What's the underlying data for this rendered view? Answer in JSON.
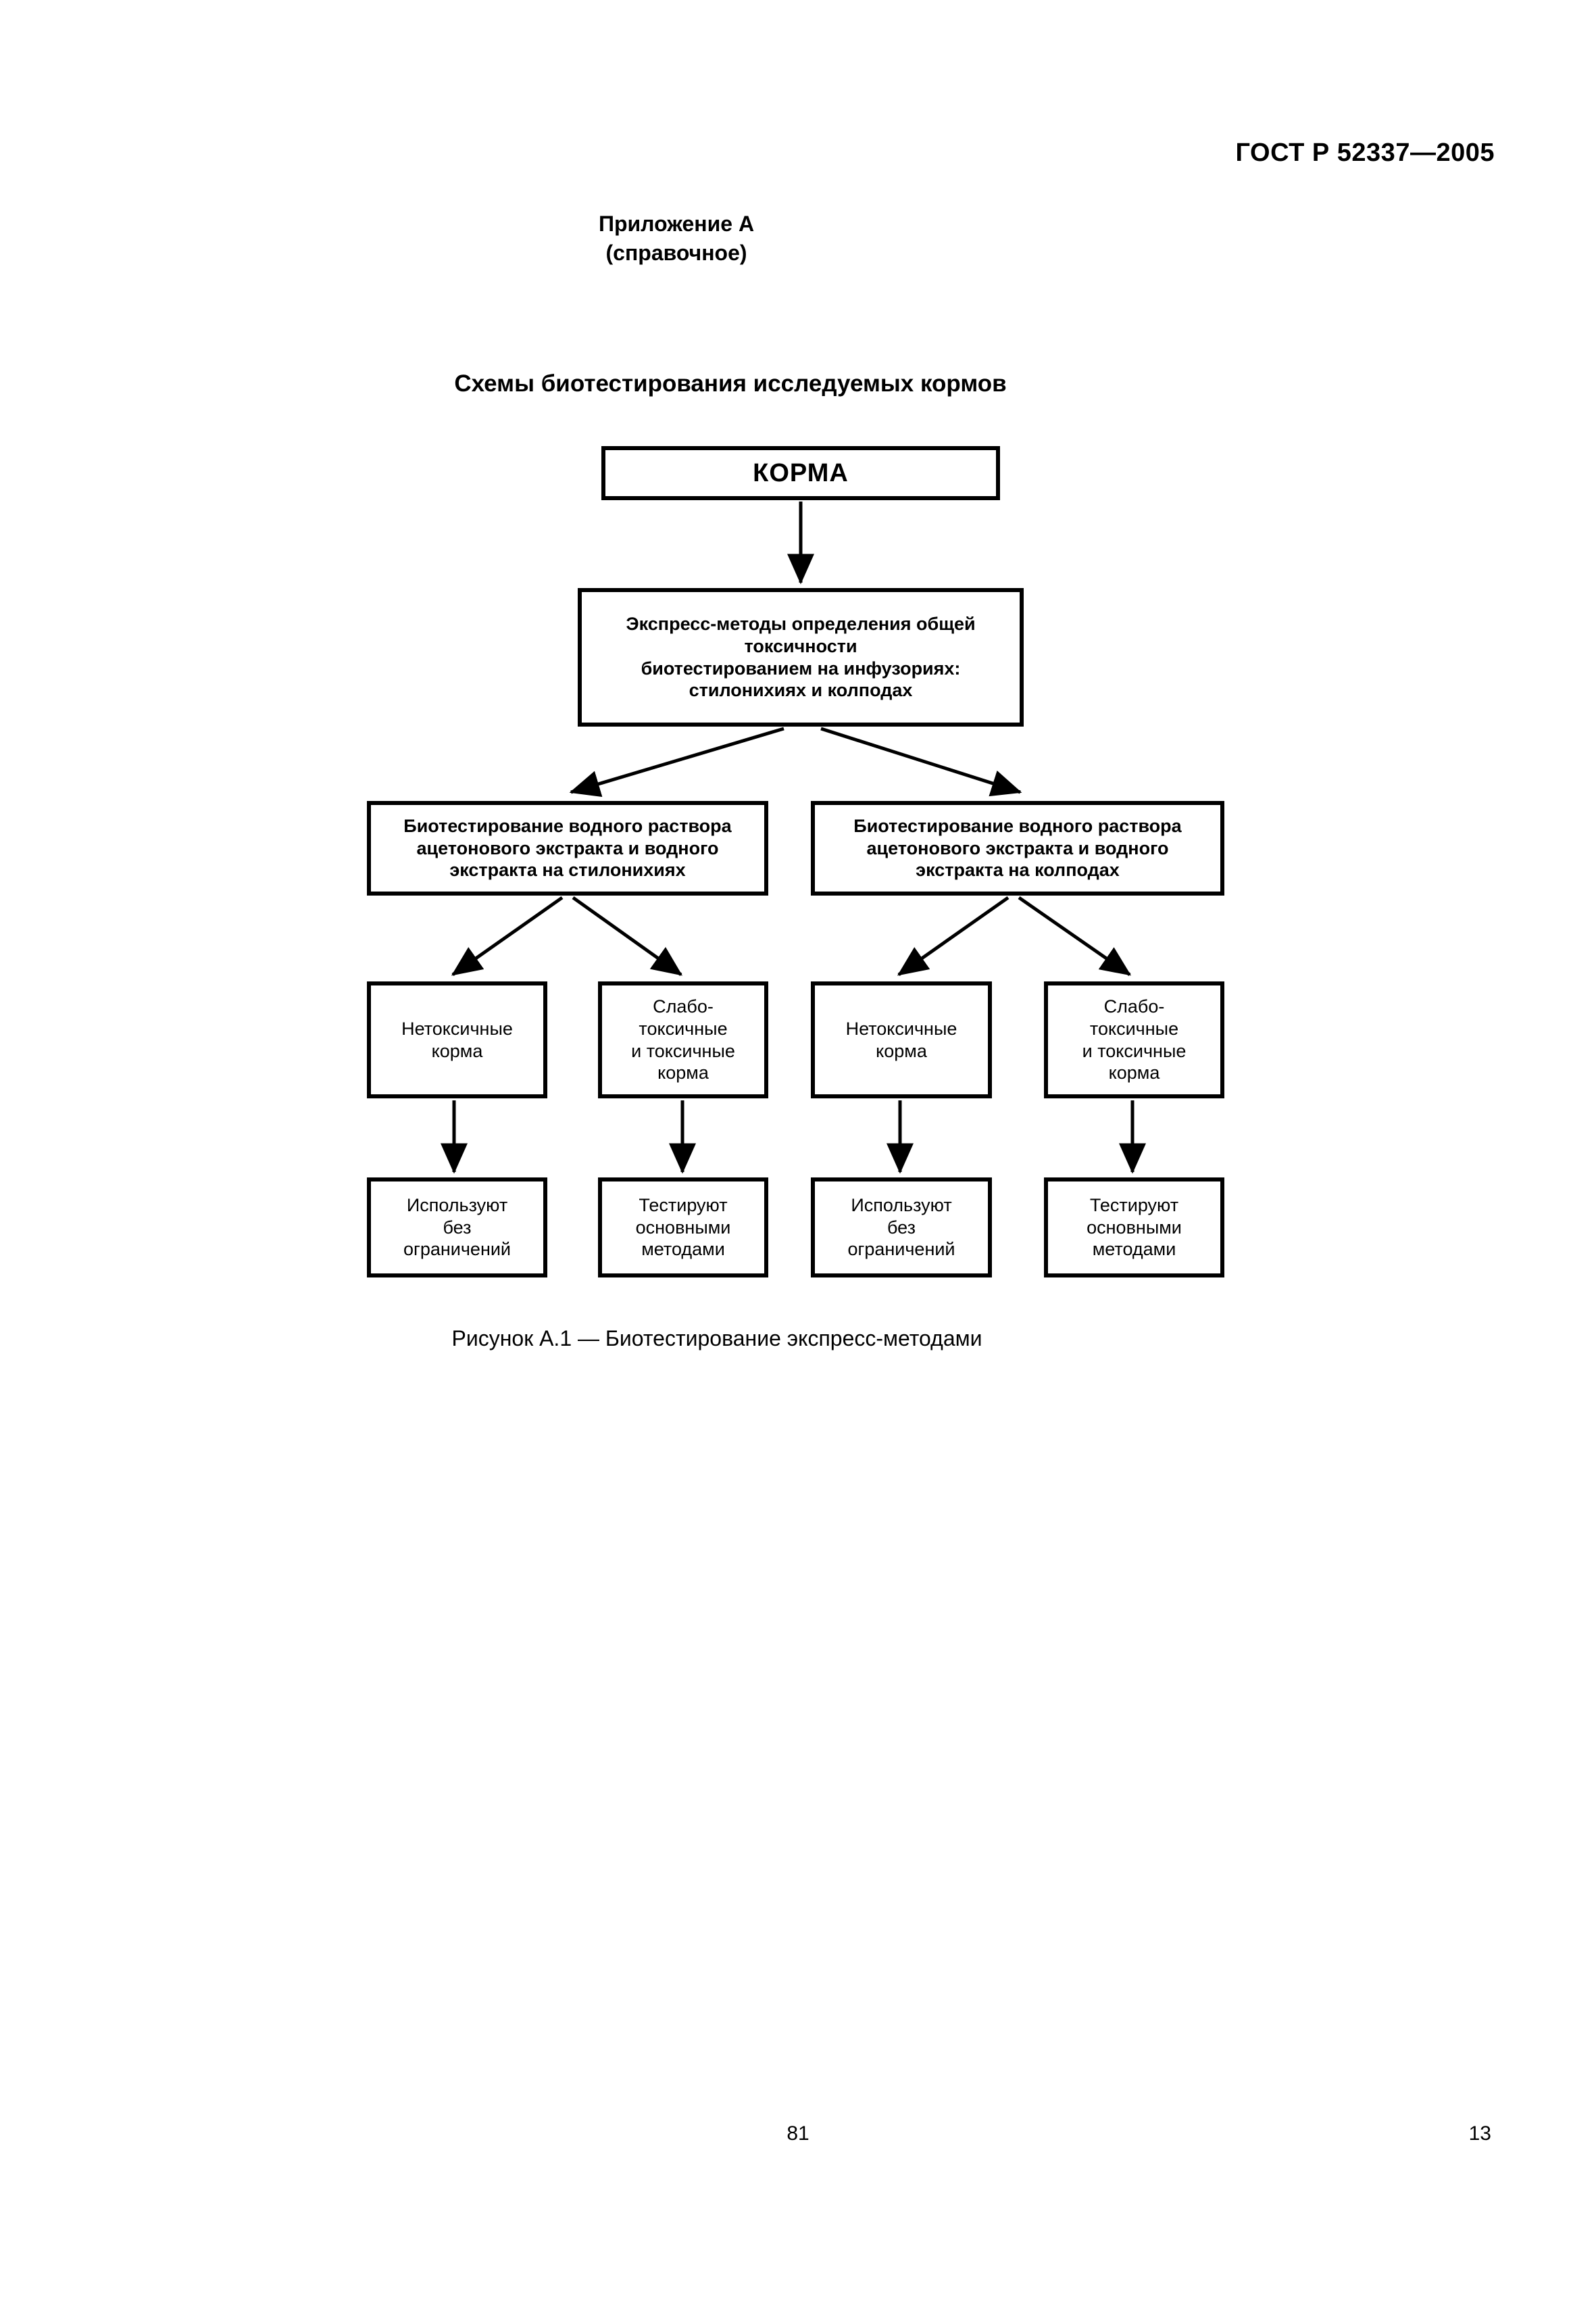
{
  "header": {
    "standard_number": "ГОСТ Р 52337—2005"
  },
  "annex": {
    "title": "Приложение А",
    "subtitle": "(справочное)"
  },
  "section": {
    "title": "Схемы биотестирования исследуемых кормов"
  },
  "figure": {
    "caption": "Рисунок А.1 — Биотестирование экспресс-методами"
  },
  "footer": {
    "page_center": "81",
    "page_right": "13"
  },
  "chart_data": {
    "type": "diagram",
    "title": "Схемы биотестирования исследуемых кормов",
    "caption": "Рисунок А.1 — Биотестирование экспресс-методами",
    "orientation": "top-down",
    "nodes": [
      {
        "id": "root",
        "level": 1,
        "lines": [
          "КОРМА"
        ]
      },
      {
        "id": "express",
        "level": 2,
        "lines": [
          "Экспресс-методы определения общей",
          "токсичности",
          "биотестированием на инфузориях:",
          "стилонихиях и колподах"
        ]
      },
      {
        "id": "l3-left",
        "level": 3,
        "lines": [
          "Биотестирование водного раствора",
          "ацетонового экстракта и водного",
          "экстракта на стилонихиях"
        ]
      },
      {
        "id": "l3-right",
        "level": 3,
        "lines": [
          "Биотестирование водного раствора",
          "ацетонового экстракта и водного",
          "экстракта на колподах"
        ]
      },
      {
        "id": "l4-a",
        "level": 4,
        "lines": [
          "Нетоксичные",
          "корма"
        ]
      },
      {
        "id": "l4-b",
        "level": 4,
        "lines": [
          "Слабо-",
          "токсичные",
          "и токсичные",
          "корма"
        ]
      },
      {
        "id": "l4-c",
        "level": 4,
        "lines": [
          "Нетоксичные",
          "корма"
        ]
      },
      {
        "id": "l4-d",
        "level": 4,
        "lines": [
          "Слабо-",
          "токсичные",
          "и токсичные",
          "корма"
        ]
      },
      {
        "id": "l5-a",
        "level": 5,
        "lines": [
          "Используют",
          "без",
          "ограничений"
        ]
      },
      {
        "id": "l5-b",
        "level": 5,
        "lines": [
          "Тестируют",
          "основными",
          "методами"
        ]
      },
      {
        "id": "l5-c",
        "level": 5,
        "lines": [
          "Используют",
          "без",
          "ограничений"
        ]
      },
      {
        "id": "l5-d",
        "level": 5,
        "lines": [
          "Тестируют",
          "основными",
          "методами"
        ]
      }
    ],
    "edges": [
      {
        "from": "root",
        "to": "express"
      },
      {
        "from": "express",
        "to": "l3-left"
      },
      {
        "from": "express",
        "to": "l3-right"
      },
      {
        "from": "l3-left",
        "to": "l4-a"
      },
      {
        "from": "l3-left",
        "to": "l4-b"
      },
      {
        "from": "l3-right",
        "to": "l4-c"
      },
      {
        "from": "l3-right",
        "to": "l4-d"
      },
      {
        "from": "l4-a",
        "to": "l5-a"
      },
      {
        "from": "l4-b",
        "to": "l5-b"
      },
      {
        "from": "l4-c",
        "to": "l5-c"
      },
      {
        "from": "l4-d",
        "to": "l5-d"
      }
    ],
    "colors": {
      "stroke": "#000000",
      "fill": "#ffffff",
      "text": "#000000"
    }
  }
}
